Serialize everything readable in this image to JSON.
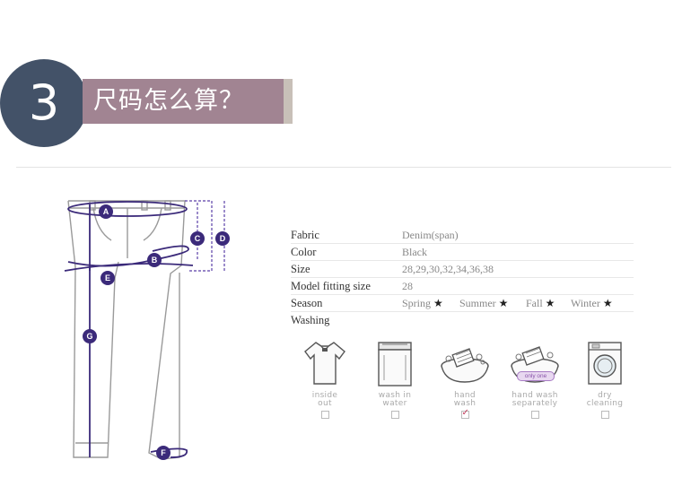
{
  "header": {
    "number": "3",
    "title": "尺码怎么算？"
  },
  "diagram": {
    "markers": [
      "A",
      "B",
      "C",
      "D",
      "E",
      "F",
      "G"
    ]
  },
  "spec": {
    "rows": [
      {
        "label": "Fabric",
        "value": "Denim(span)"
      },
      {
        "label": "Color",
        "value": "Black"
      },
      {
        "label": "Size",
        "value": "28,29,30,32,34,36,38"
      },
      {
        "label": "Model fitting size",
        "value": "28"
      }
    ],
    "season": {
      "label": "Season",
      "items": [
        {
          "name": "Spring",
          "star": "★"
        },
        {
          "name": "Summer",
          "star": "★"
        },
        {
          "name": "Fall",
          "star": "★"
        },
        {
          "name": "Winter",
          "star": "★"
        }
      ]
    },
    "washing_label": "Washing"
  },
  "washing": {
    "items": [
      {
        "line1": "inside",
        "line2": "out",
        "checked": false
      },
      {
        "line1": "wash in",
        "line2": "water",
        "checked": false
      },
      {
        "line1": "hand",
        "line2": "wash",
        "checked": true,
        "check_mark": "✓"
      },
      {
        "line1": "hand wash",
        "line2": "separately",
        "badge": "only one",
        "checked": false
      },
      {
        "line1": "dry",
        "line2": "cleaning",
        "checked": false
      }
    ]
  },
  "colors": {
    "badge": "#435268",
    "title_bar": "#a18492",
    "measure_line": "#3b2a7a",
    "check": "#c23a5a"
  }
}
